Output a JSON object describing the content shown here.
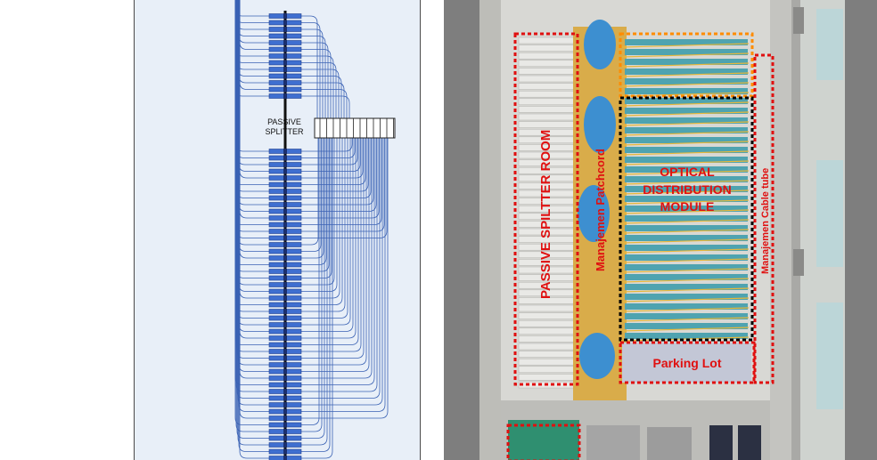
{
  "diagram": {
    "splitter_label_line1": "PASSIVE",
    "splitter_label_line2": "SPLITTER",
    "colors": {
      "panel": "#e8eff8",
      "fiber": "#3a62b4",
      "connector": "#3f6fd0",
      "rail": "#111111"
    }
  },
  "photo": {
    "labels": {
      "passive_splitter_room": "PASSIVE SPILTTER ROOM",
      "manajemen_patchcord": "Manajemen Patchcord",
      "odm_line1": "OPTICAL",
      "odm_line2": "DISTRIBUTION",
      "odm_line3": "MODULE",
      "manajemen_cable_tube": "Manajemen Cable tube",
      "parking_lot": "Parking Lot"
    },
    "colors": {
      "label_red": "#e01010",
      "box_red": "#e01010",
      "box_orange": "#ff8c00",
      "box_black": "#000000"
    }
  }
}
